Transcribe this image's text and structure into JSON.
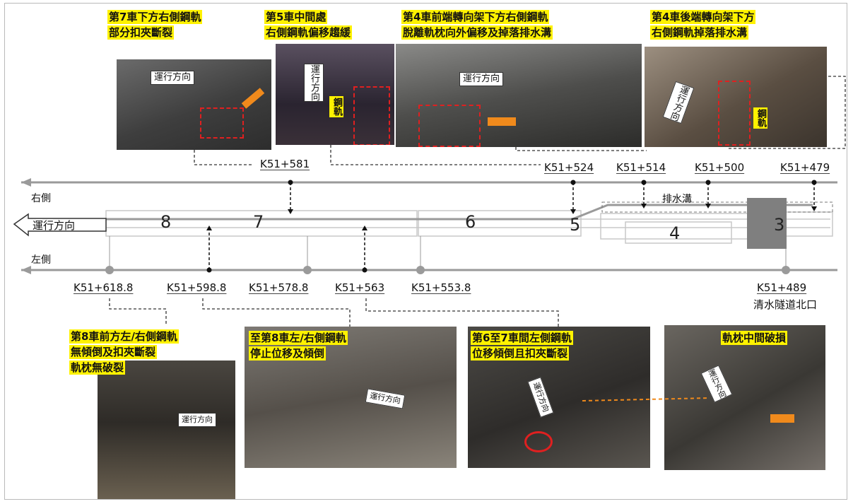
{
  "captions": {
    "car7_rail": [
      "第7車下方右側鋼軌",
      "部分扣夾斷裂"
    ],
    "car5_rail": [
      "第5車中間處",
      "右側鋼軌偏移趨緩"
    ],
    "car4_front": [
      "第4車前端轉向架下方右側鋼軌",
      "脫離軌枕向外偏移及掉落排水溝"
    ],
    "car4_rear": [
      "第4車後端轉向架下方",
      "右側鋼軌掉落排水溝"
    ],
    "car8_front": [
      "第8車前方左/右側鋼軌",
      "無傾倒及扣夾斷裂",
      "軌枕無破裂"
    ],
    "car8_stop": [
      "至第8車左/右側鋼軌",
      "停止位移及傾倒"
    ],
    "car6_7": [
      "第6至7車間左側鋼軌",
      "位移傾倒且扣夾斷裂"
    ],
    "sleeper": [
      "軌枕中間破損"
    ]
  },
  "photo_labels": {
    "direction": "運行方向",
    "rail": "鋼軌"
  },
  "diagram": {
    "right_side": "右側",
    "left_side": "左側",
    "drain": "排水溝",
    "direction_arrow": "運行方向",
    "tunnel_exit": "清水隧道北口",
    "cars": [
      "8",
      "7",
      "6",
      "5",
      "4",
      "3"
    ],
    "top_markers": [
      "K51+581",
      "K51+524",
      "K51+514",
      "K51+500",
      "K51+479"
    ],
    "bottom_markers": [
      "K51+618.8",
      "K51+598.8",
      "K51+578.8",
      "K51+563",
      "K51+553.8",
      "K51+489"
    ]
  },
  "colors": {
    "highlight": "#fff200",
    "red_dashed_box": "#e02020",
    "orange_arrow": "#f08a1c",
    "track_line": "#9a9a9a"
  }
}
